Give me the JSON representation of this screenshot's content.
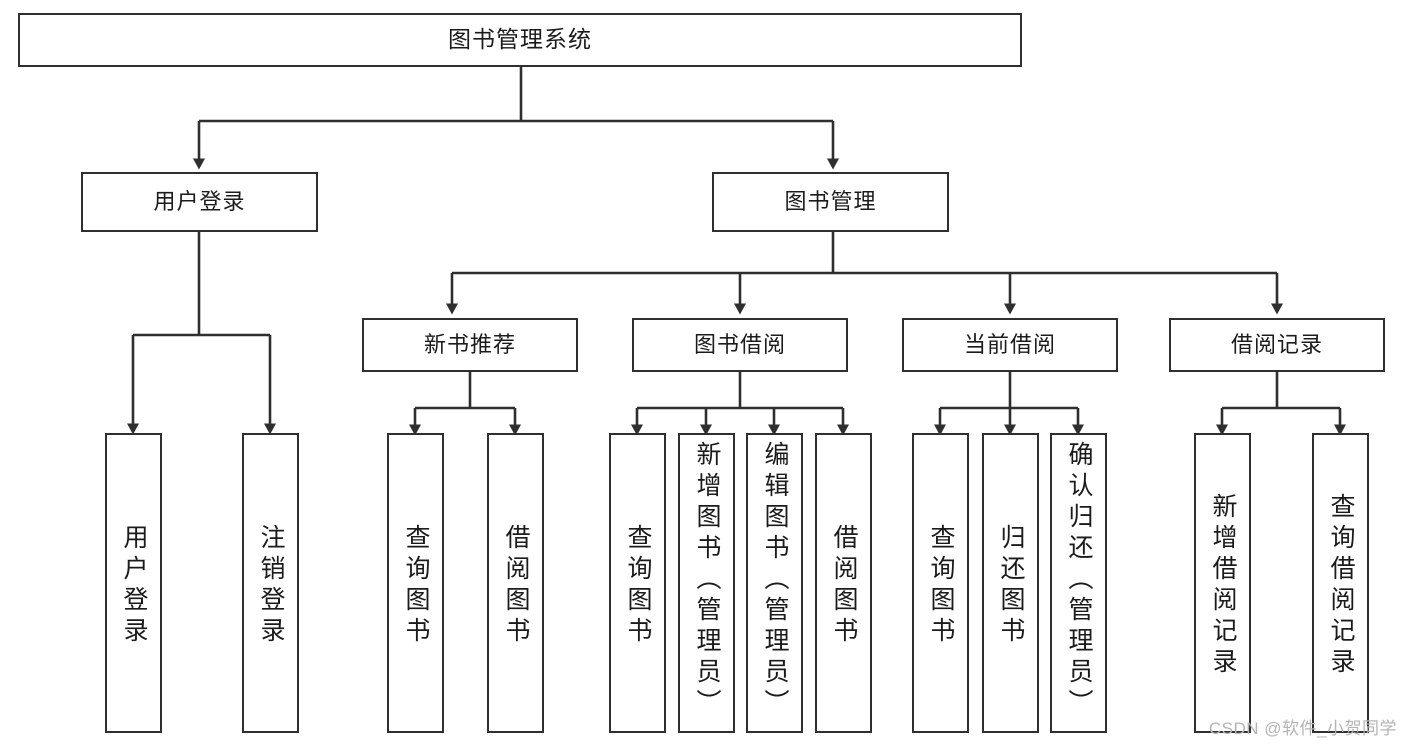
{
  "diagram": {
    "type": "tree-hierarchy",
    "title": "图书管理系统",
    "root": {
      "label": "图书管理系统"
    },
    "level1": [
      {
        "id": "user-login",
        "label": "用户登录"
      },
      {
        "id": "book-management",
        "label": "图书管理"
      }
    ],
    "level2": [
      {
        "id": "new-book-recommend",
        "label": "新书推荐",
        "parent": "book-management"
      },
      {
        "id": "book-borrow",
        "label": "图书借阅",
        "parent": "book-management"
      },
      {
        "id": "current-borrow",
        "label": "当前借阅",
        "parent": "book-management"
      },
      {
        "id": "borrow-record",
        "label": "借阅记录",
        "parent": "book-management"
      }
    ],
    "leaves": {
      "user-login": [
        {
          "id": "leaf-user-login",
          "label": "用户登录"
        },
        {
          "id": "leaf-user-logout",
          "label": "注销登录"
        }
      ],
      "new-book-recommend": [
        {
          "id": "leaf-query-book-1",
          "label": "查询图书"
        },
        {
          "id": "leaf-borrow-book-1",
          "label": "借阅图书"
        }
      ],
      "book-borrow": [
        {
          "id": "leaf-query-book-2",
          "label": "查询图书"
        },
        {
          "id": "leaf-add-book",
          "label": "新增图书（管理员）"
        },
        {
          "id": "leaf-edit-book",
          "label": "编辑图书（管理员）"
        },
        {
          "id": "leaf-borrow-book-2",
          "label": "借阅图书"
        }
      ],
      "current-borrow": [
        {
          "id": "leaf-query-book-3",
          "label": "查询图书"
        },
        {
          "id": "leaf-return-book",
          "label": "归还图书"
        },
        {
          "id": "leaf-confirm-return",
          "label": "确认归还（管理员）"
        }
      ],
      "borrow-record": [
        {
          "id": "leaf-add-record",
          "label": "新增借阅记录"
        },
        {
          "id": "leaf-query-record",
          "label": "查询借阅记录"
        }
      ]
    },
    "colors": {
      "border": "#2f2f2f",
      "background": "#ffffff",
      "text": "#1b1b1b",
      "connector": "#2f2f2f",
      "watermark": "#b4b4b4"
    }
  },
  "watermark": {
    "text": "CSDN @软件_小贺同学"
  }
}
